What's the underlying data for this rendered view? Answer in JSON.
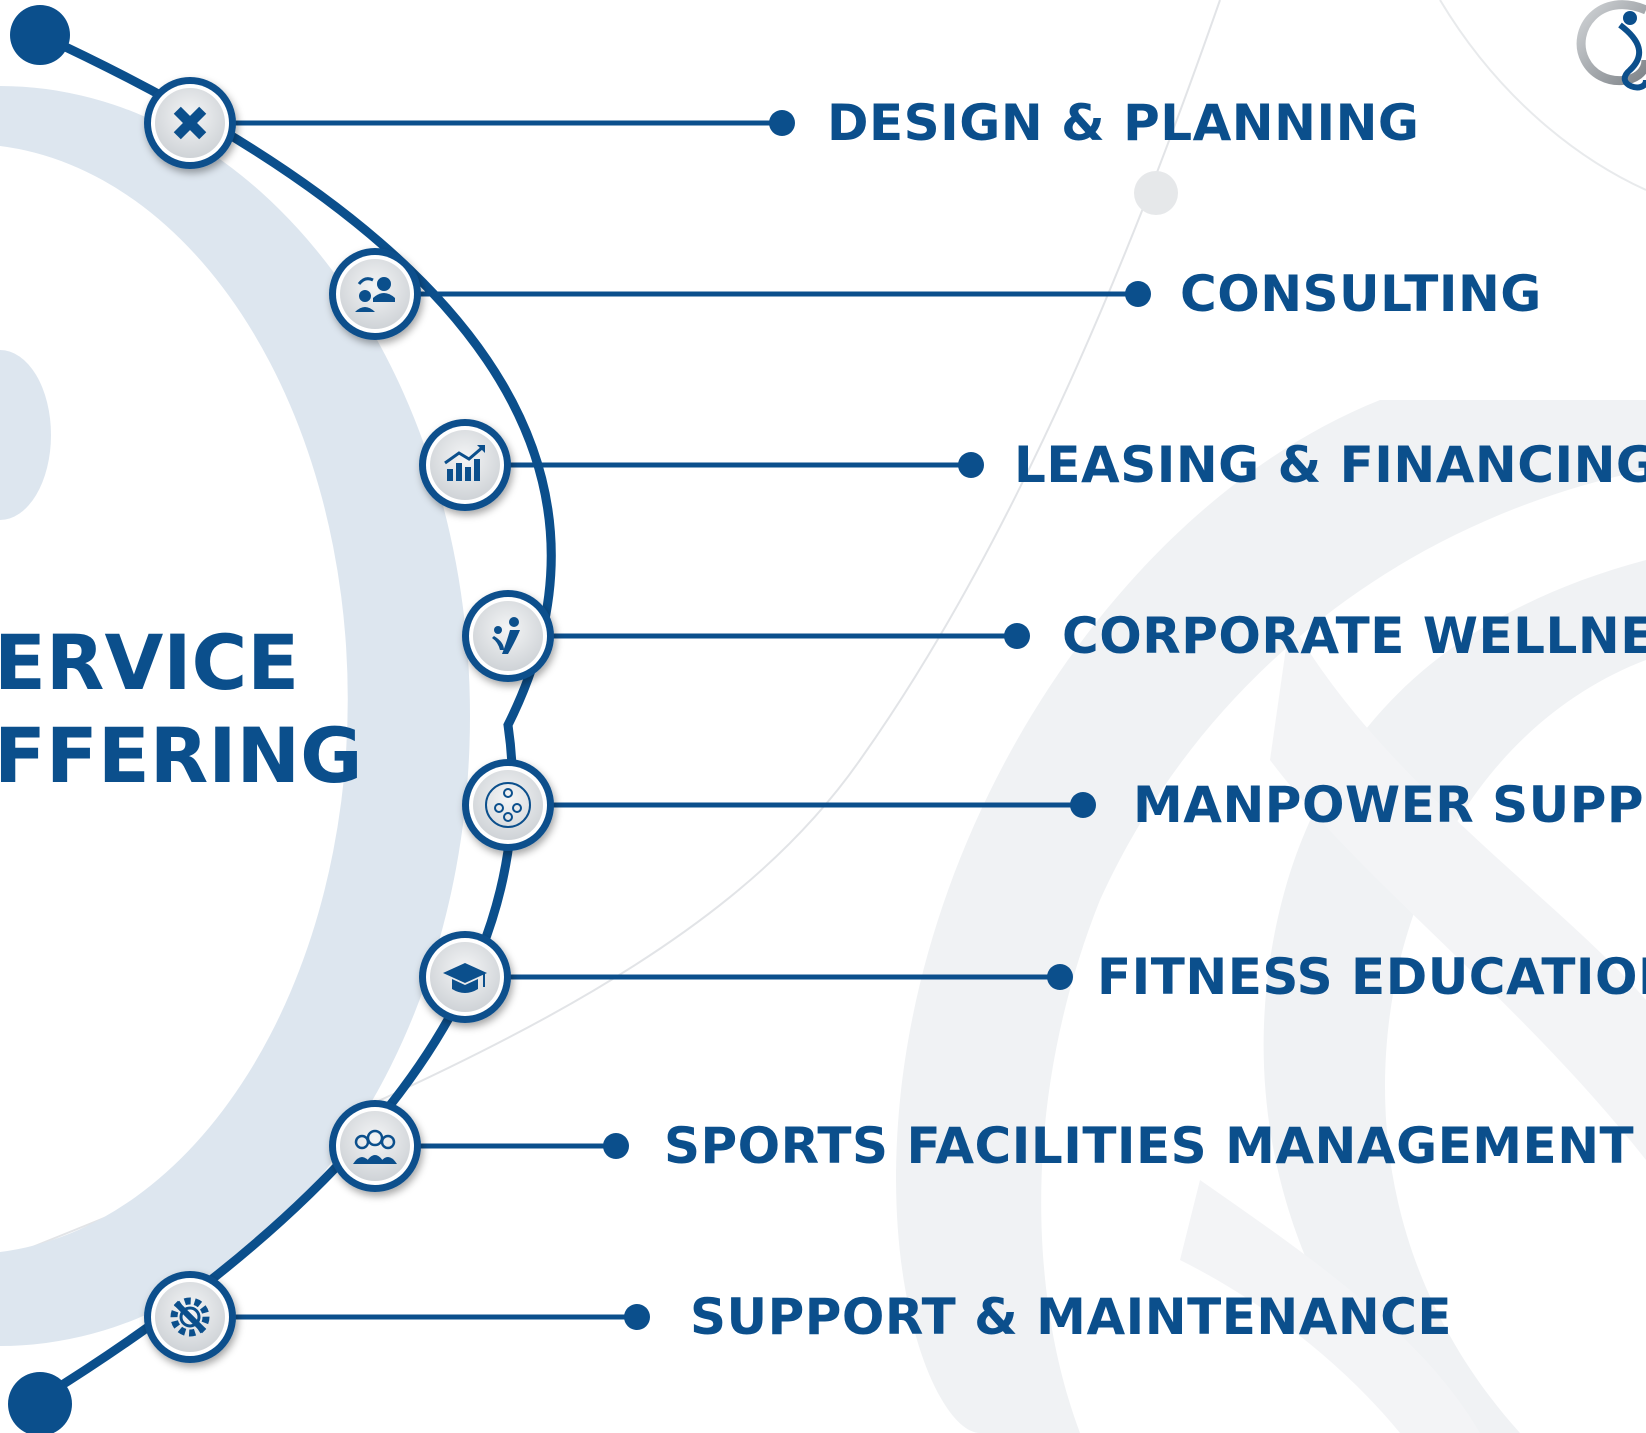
{
  "title": {
    "line1": "ERVICE",
    "line2": "FFERING"
  },
  "services": [
    {
      "label": "DESIGN & PLANNING",
      "icon": "pencil-ruler-icon"
    },
    {
      "label": "CONSULTING",
      "icon": "consulting-people-icon"
    },
    {
      "label": "LEASING & FINANCING",
      "icon": "growth-chart-icon"
    },
    {
      "label": "CORPORATE WELLNESS",
      "icon": "wellness-figures-icon"
    },
    {
      "label": "MANPOWER SUPPLY",
      "icon": "team-network-icon"
    },
    {
      "label": "FITNESS EDUCATION",
      "icon": "graduation-cap-icon"
    },
    {
      "label": "SPORTS FACILITIES MANAGEMENT",
      "icon": "management-group-icon"
    },
    {
      "label": "SUPPORT & MAINTENANCE",
      "icon": "wrench-gear-icon"
    }
  ],
  "colors": {
    "primary": "#0b4f8c",
    "background_arc": "#dde6ef",
    "icon_fill": "#e4e6e8",
    "watermark": "#eef0f2"
  }
}
